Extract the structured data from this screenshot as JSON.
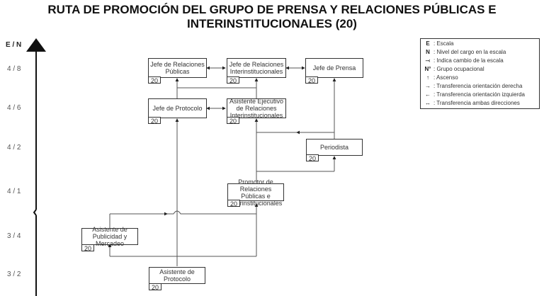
{
  "title": {
    "line1": "RUTA DE PROMOCIÓN DEL GRUPO DE PRENSA Y RELACIONES PÚBLICAS E",
    "line2": "INTERINSTITUCIONALES (20)"
  },
  "axis": {
    "header": "E / N",
    "levels": [
      "4 / 8",
      "4 / 6",
      "4 / 2",
      "4 / 1",
      "3 / 4",
      "3 / 2"
    ]
  },
  "positions": [
    {
      "id": "jefe-relaciones-publicas",
      "label": "Jefe de Relaciones Públicas",
      "group": "20",
      "level": "4 / 8"
    },
    {
      "id": "jefe-relaciones-interinstitucionales",
      "label": "Jefe de Relaciones Interinstitucionales",
      "group": "20",
      "level": "4 / 8"
    },
    {
      "id": "jefe-de-prensa",
      "label": "Jefe de Prensa",
      "group": "20",
      "level": "4 / 8"
    },
    {
      "id": "jefe-de-protocolo",
      "label": "Jefe de Protocolo",
      "group": "20",
      "level": "4 / 6"
    },
    {
      "id": "asistente-ejecutivo",
      "label": "Asistente Ejecutivo de Relaciones Interinstitucionales",
      "group": "20",
      "level": "4 / 6"
    },
    {
      "id": "periodista",
      "label": "Periodista",
      "group": "20",
      "level": "4 / 2"
    },
    {
      "id": "promotor",
      "label": "Promotor de Relaciones Públicas e Interinstitucionales",
      "group": "20",
      "level": "4 / 1"
    },
    {
      "id": "asistente-publicidad",
      "label": "Asistente de Publicidad y Mercadeo",
      "group": "20",
      "level": "3 / 4"
    },
    {
      "id": "asistente-protocolo",
      "label": "Asistente de Protocolo",
      "group": "20",
      "level": "3 / 2"
    }
  ],
  "legend": [
    {
      "symbol": "E",
      "icon": "letter-e",
      "text": ": Escala"
    },
    {
      "symbol": "N",
      "icon": "letter-n",
      "text": ": Nivel del cargo en la escala"
    },
    {
      "symbol": "⤙",
      "icon": "scale-change-icon",
      "text": ": Indica cambio de la escala"
    },
    {
      "symbol": "N°",
      "icon": "group-number",
      "text": ": Grupo ocupacional"
    },
    {
      "symbol": "↑",
      "icon": "arrow-up-icon",
      "text": ": Ascenso"
    },
    {
      "symbol": "→",
      "icon": "arrow-right-icon",
      "text": ": Transferencia orientación derecha"
    },
    {
      "symbol": "←",
      "icon": "arrow-left-icon",
      "text": ": Transferencia orientación izquierda"
    },
    {
      "symbol": "↔",
      "icon": "arrow-both-icon",
      "text": ": Transferencia ambas direcciones"
    }
  ]
}
